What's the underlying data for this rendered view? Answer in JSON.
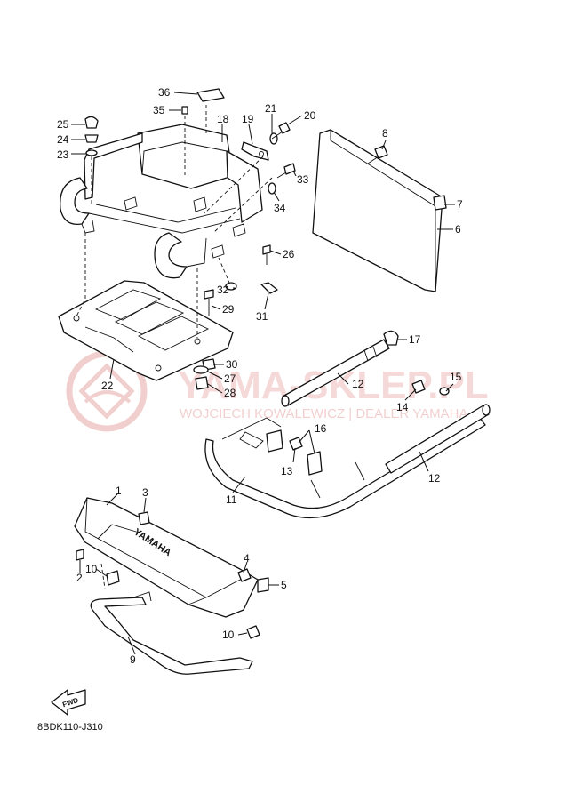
{
  "diagram_code": "8BDK110-J310",
  "fwd_label": "FWD",
  "emblem_text": "YAMAHA",
  "watermark": {
    "title": "YAMA-SKLEP.PL",
    "subtitle": "WOJCIECH KOWALEWICZ | DEALER YAMAHA",
    "color": "#e9a9a9"
  },
  "callouts": [
    {
      "id": "1",
      "label": "1"
    },
    {
      "id": "2",
      "label": "2"
    },
    {
      "id": "3",
      "label": "3"
    },
    {
      "id": "4",
      "label": "4"
    },
    {
      "id": "5",
      "label": "5"
    },
    {
      "id": "6",
      "label": "6"
    },
    {
      "id": "7",
      "label": "7"
    },
    {
      "id": "8",
      "label": "8"
    },
    {
      "id": "9",
      "label": "9"
    },
    {
      "id": "10a",
      "label": "10"
    },
    {
      "id": "10b",
      "label": "10"
    },
    {
      "id": "11",
      "label": "11"
    },
    {
      "id": "12a",
      "label": "12"
    },
    {
      "id": "12b",
      "label": "12"
    },
    {
      "id": "13",
      "label": "13"
    },
    {
      "id": "14",
      "label": "14"
    },
    {
      "id": "15",
      "label": "15"
    },
    {
      "id": "16",
      "label": "16"
    },
    {
      "id": "17",
      "label": "17"
    },
    {
      "id": "18",
      "label": "18"
    },
    {
      "id": "19",
      "label": "19"
    },
    {
      "id": "20",
      "label": "20"
    },
    {
      "id": "21",
      "label": "21"
    },
    {
      "id": "22",
      "label": "22"
    },
    {
      "id": "23",
      "label": "23"
    },
    {
      "id": "24",
      "label": "24"
    },
    {
      "id": "25",
      "label": "25"
    },
    {
      "id": "26",
      "label": "26"
    },
    {
      "id": "27",
      "label": "27"
    },
    {
      "id": "28",
      "label": "28"
    },
    {
      "id": "29",
      "label": "29"
    },
    {
      "id": "30",
      "label": "30"
    },
    {
      "id": "31",
      "label": "31"
    },
    {
      "id": "32",
      "label": "32"
    },
    {
      "id": "33",
      "label": "33"
    },
    {
      "id": "34",
      "label": "34"
    },
    {
      "id": "35",
      "label": "35"
    },
    {
      "id": "36",
      "label": "36"
    }
  ]
}
